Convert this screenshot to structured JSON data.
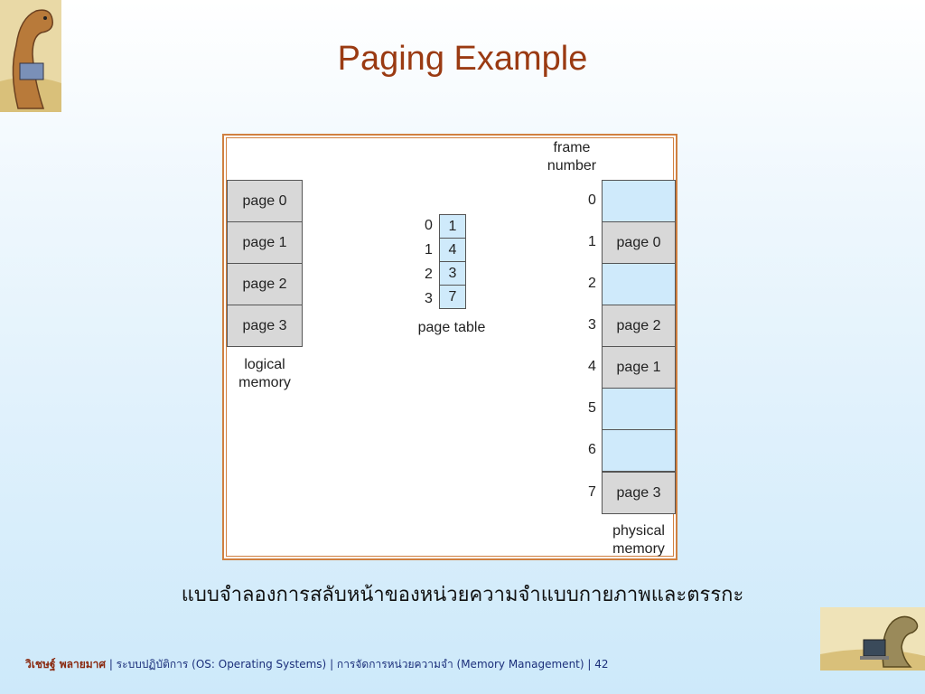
{
  "slide": {
    "title": "Paging Example",
    "caption": "แบบจำลองการสลับหน้าของหน่วยความจำแบบกายภาพและตรรกะ"
  },
  "diagram": {
    "logical_memory": {
      "pages": [
        "page 0",
        "page 1",
        "page 2",
        "page 3"
      ],
      "label_line1": "logical",
      "label_line2": "memory"
    },
    "page_table": {
      "indices": [
        "0",
        "1",
        "2",
        "3"
      ],
      "frames": [
        "1",
        "4",
        "3",
        "7"
      ],
      "label": "page table"
    },
    "physical_memory": {
      "header_line1": "frame",
      "header_line2": "number",
      "frame_numbers": [
        "0",
        "1",
        "2",
        "3",
        "4",
        "5",
        "6",
        "7"
      ],
      "frames": [
        "",
        "page 0",
        "",
        "page 2",
        "page 1",
        "",
        "",
        "page 3"
      ],
      "label_line1": "physical",
      "label_line2": "memory"
    }
  },
  "footer": {
    "author": "วิเชษฐ์ พลายมาศ",
    "sep1": " | ",
    "course": "ระบบปฏิบัติการ (OS: Operating Systems)",
    "sep2": " | ",
    "topic": "การจัดการหน่วยความจำ  (Memory Management)",
    "sep3": " | ",
    "page": "42"
  },
  "colors": {
    "title": "#9a3a12",
    "border": "#d08040",
    "cell_gray": "#d8d8d8",
    "cell_blue": "#cfeafb",
    "footer": "#1b2f7a"
  }
}
